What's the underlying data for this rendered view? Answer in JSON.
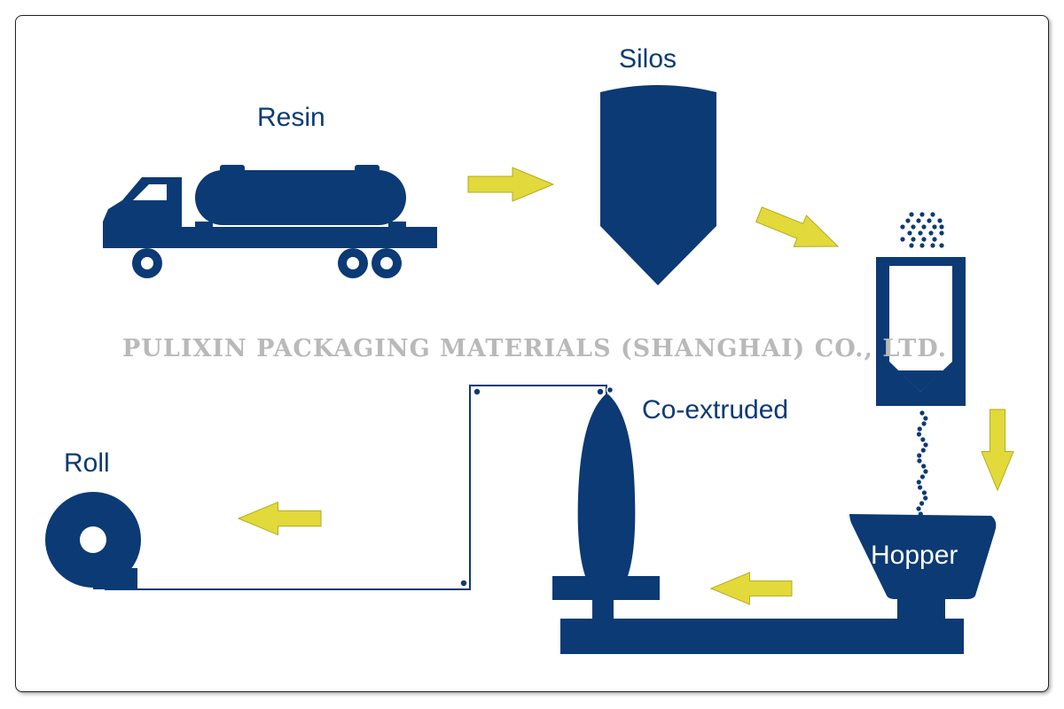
{
  "labels": {
    "resin": "Resin",
    "silos": "Silos",
    "coextruded": "Co-extruded",
    "roll": "Roll",
    "hopper": "Hopper"
  },
  "watermark": "PULIXIN PACKAGING MATERIALS (SHANGHAI) CO., LTD.",
  "colors": {
    "primary": "#0b3a75",
    "arrow": "#e2d93a",
    "watermark": "#b9b9b9"
  }
}
